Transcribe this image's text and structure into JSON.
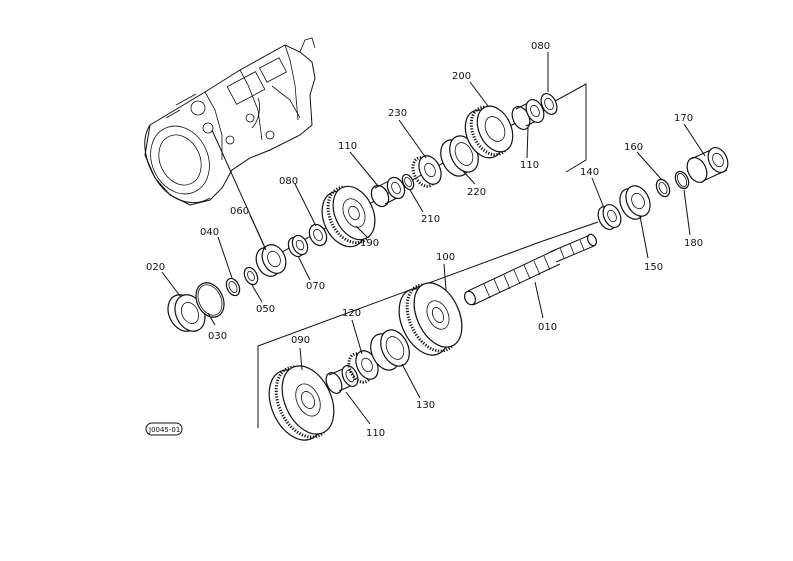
{
  "diagram": {
    "labels": {
      "p010": "010",
      "p020": "020",
      "p030": "030",
      "p040": "040",
      "p050": "050",
      "p060": "060",
      "p070": "070",
      "p080a": "080",
      "p080b": "080",
      "p090": "090",
      "p100": "100",
      "p110a": "110",
      "p110b": "110",
      "p110c": "110",
      "p120": "120",
      "p130": "130",
      "p140": "140",
      "p150": "150",
      "p160": "160",
      "p170": "170",
      "p180": "180",
      "p190": "190",
      "p200": "200",
      "p210": "210",
      "p220": "220",
      "p230": "230"
    },
    "drawing_code": "J0045-01"
  }
}
